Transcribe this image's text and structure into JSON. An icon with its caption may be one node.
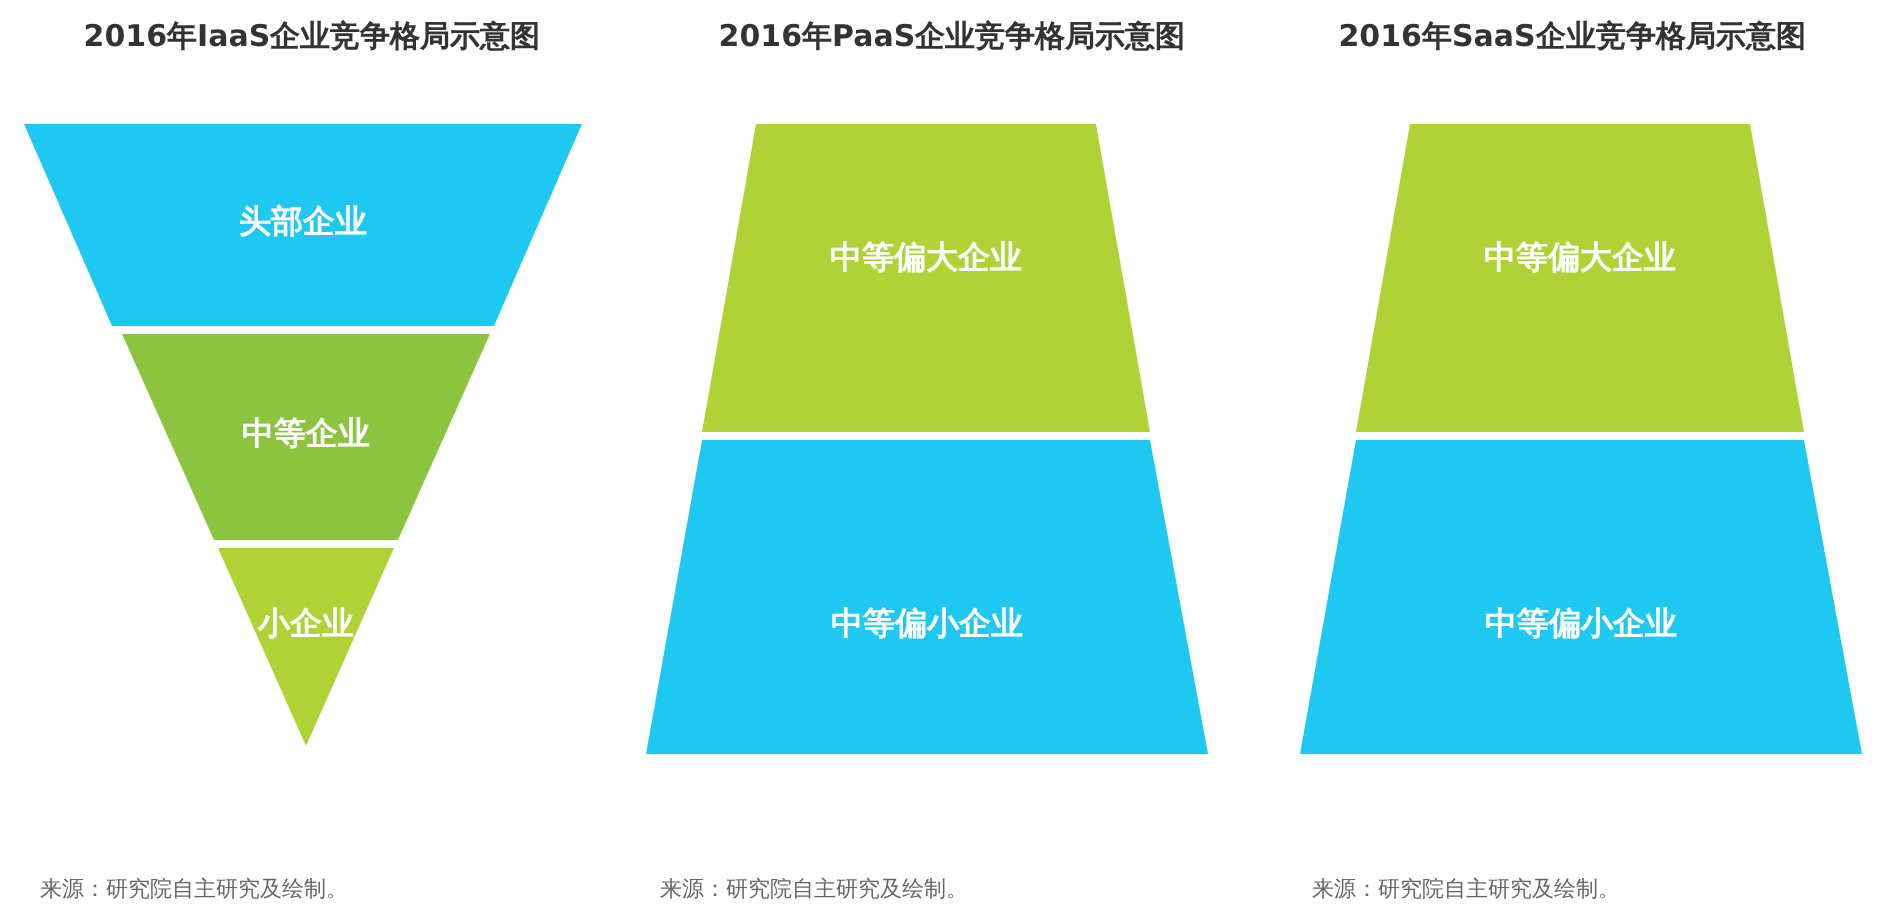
{
  "diagram": {
    "nodes": [
      {
        "text": [
          "头部企业"
        ]
      },
      {
        "text": [
          "中等企业"
        ]
      },
      {
        "text": [
          "小企业"
        ]
      },
      {
        "text": [
          "中等偏大企业"
        ]
      },
      {
        "text": [
          "中等偏小企业"
        ]
      },
      {
        "text": [
          "中等偏大企业"
        ]
      },
      {
        "text": [
          "中等偏小企业"
        ]
      }
    ],
    "labels": [
      "2016年IaaS企业竞争格局示意图",
      "2016年PaaS企业竞争格局示意图",
      "2016年SaaS企业竞争格局示意图",
      "来源：研究院自主研究及绘制。",
      "来源：研究院自主研究及绘制。",
      "来源：研究院自主研究及绘制。"
    ]
  }
}
